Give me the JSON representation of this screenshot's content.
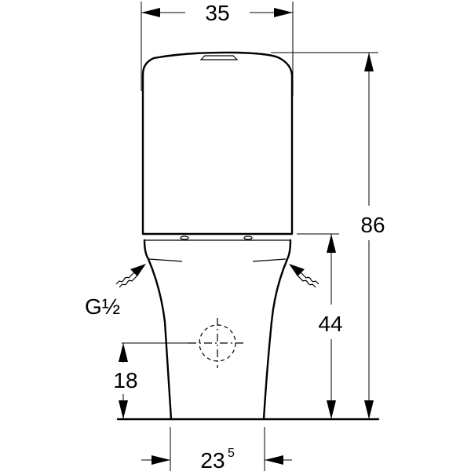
{
  "dimensions": {
    "width_top": "35",
    "height_total": "86",
    "height_tank_bottom": "44",
    "height_inlet": "18",
    "base_width_main": "23",
    "base_width_sup": "5"
  },
  "connection": {
    "label_main": "G",
    "label_fraction": "½"
  }
}
